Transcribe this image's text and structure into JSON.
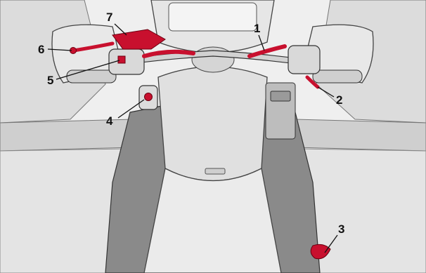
{
  "callouts": [
    {
      "id": "1",
      "label": "1"
    },
    {
      "id": "2",
      "label": "2"
    },
    {
      "id": "3",
      "label": "3"
    },
    {
      "id": "4",
      "label": "4"
    },
    {
      "id": "5",
      "label": "5"
    },
    {
      "id": "6",
      "label": "6"
    },
    {
      "id": "7",
      "label": "7"
    }
  ],
  "colors": {
    "highlight": "#c8102e",
    "body": "#d9d9d9",
    "dark_panel": "#8a8a8a",
    "line": "#222222"
  }
}
